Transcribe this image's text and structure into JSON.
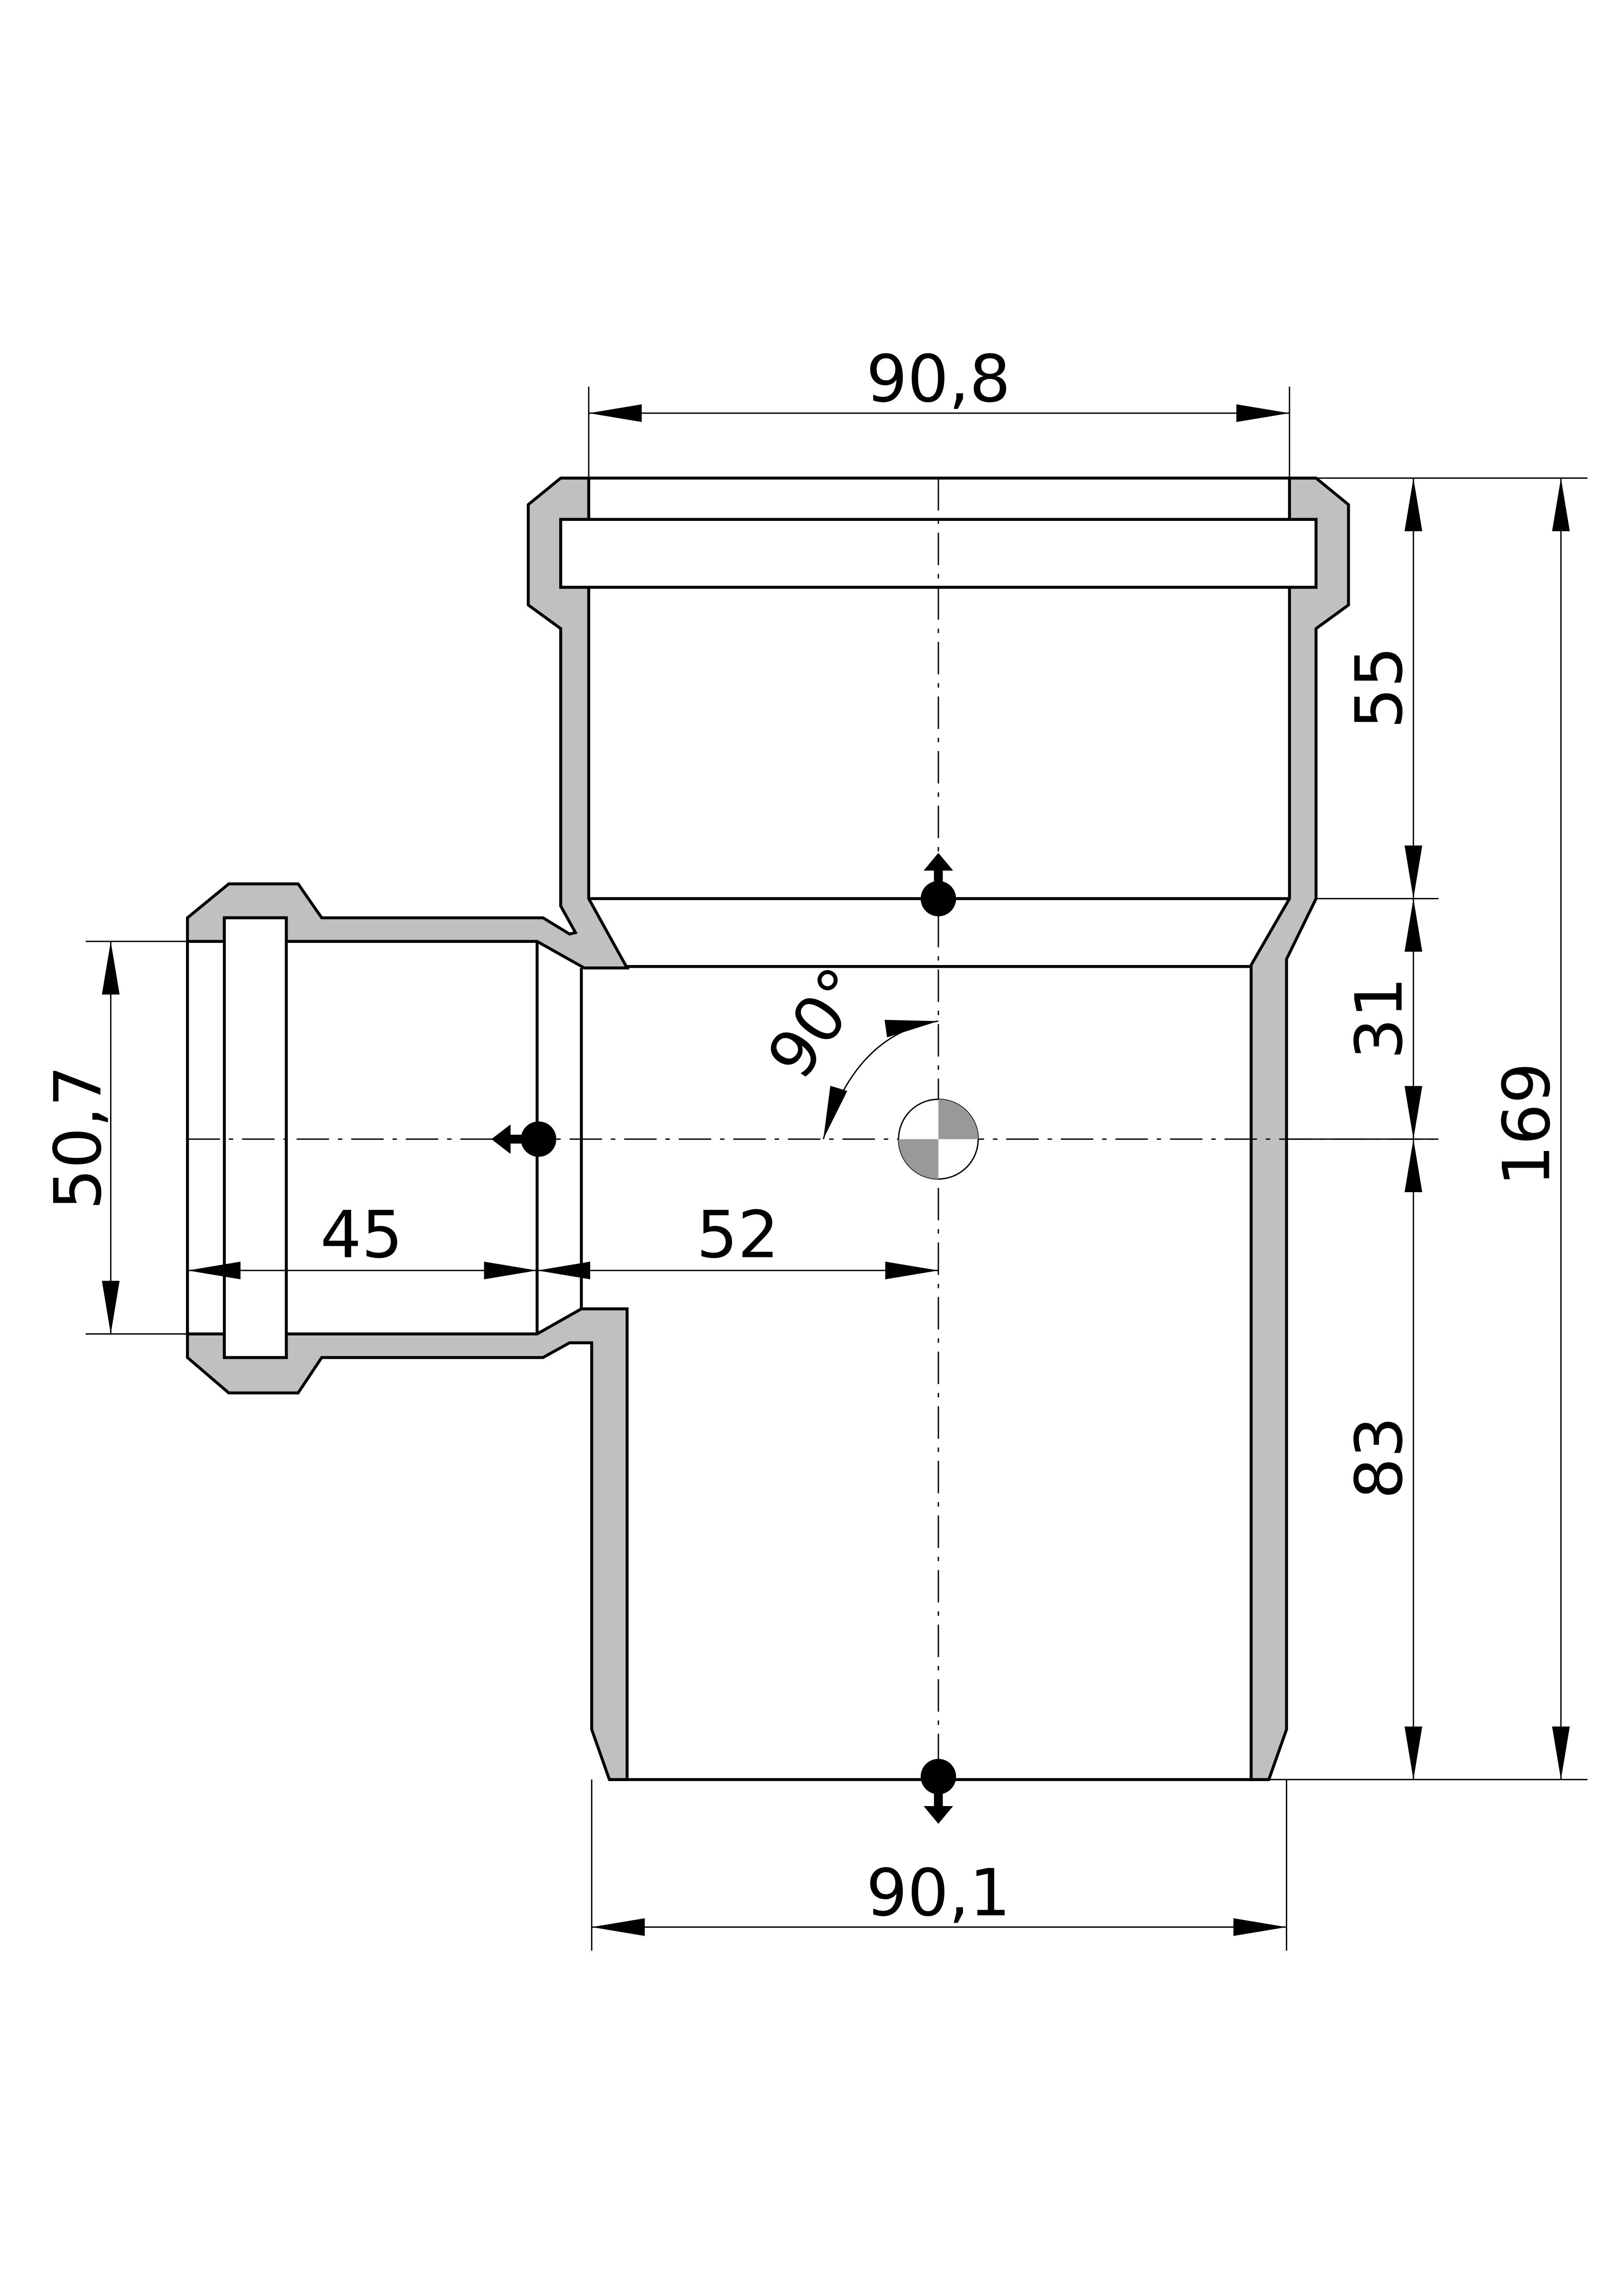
{
  "drawing": {
    "title": "Pipe tee 90 degree technical drawing",
    "dimensions": {
      "top_width": "90,8",
      "bottom_width": "90,1",
      "socket_depth_top": "55",
      "upper_offset": "31",
      "lower_length": "83",
      "overall_height": "169",
      "branch_diameter": "50,7",
      "branch_socket_depth": "45",
      "branch_offset": "52",
      "angle": "90°"
    },
    "colors": {
      "wall_fill": "#c0c0c0",
      "line": "#000000"
    }
  }
}
